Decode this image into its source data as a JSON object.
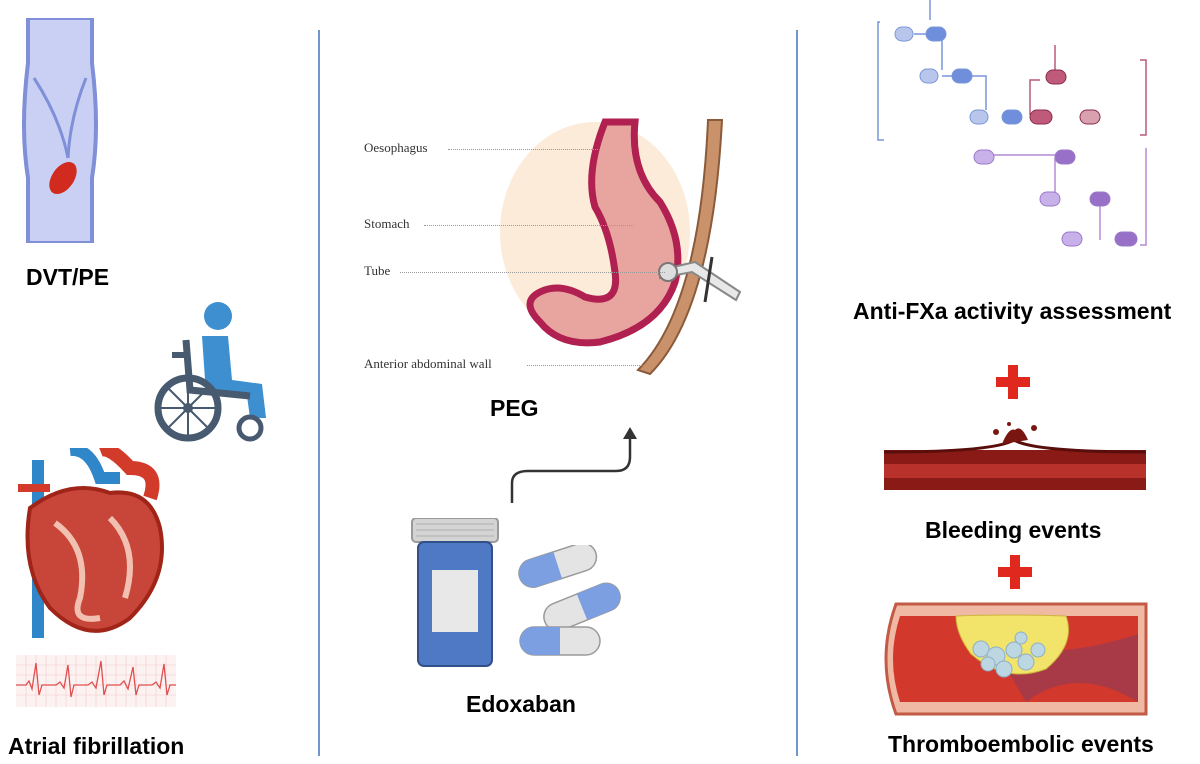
{
  "left_panel": {
    "dvt_label": "DVT/PE",
    "af_label": "Atrial fibrillation"
  },
  "middle_panel": {
    "peg_label": "PEG",
    "drug_label": "Edoxaban",
    "anatomy_labels": {
      "oesophagus": "Oesophagus",
      "stomach": "Stomach",
      "tube": "Tube",
      "abdominal_wall": "Anterior abdominal wall"
    }
  },
  "right_panel": {
    "antifxa_label": "Anti-FXa activity assessment",
    "bleeding_label": "Bleeding events",
    "thrombo_label": "Thromboembolic events"
  },
  "colors": {
    "divider": "#6f97cc",
    "plus": "#e0281e",
    "vein": "#7f8fd8",
    "stomach": "#e8a5a0",
    "stomach_outline": "#b02050"
  },
  "icons": [
    "vein-clot-icon",
    "wheelchair-icon",
    "heart-icon",
    "ecg-icon",
    "stomach-icon",
    "pill-bottle-icon",
    "capsule-icon",
    "coagulation-cascade-icon",
    "plus-icon",
    "bleeding-vessel-icon",
    "thrombus-vessel-icon"
  ]
}
